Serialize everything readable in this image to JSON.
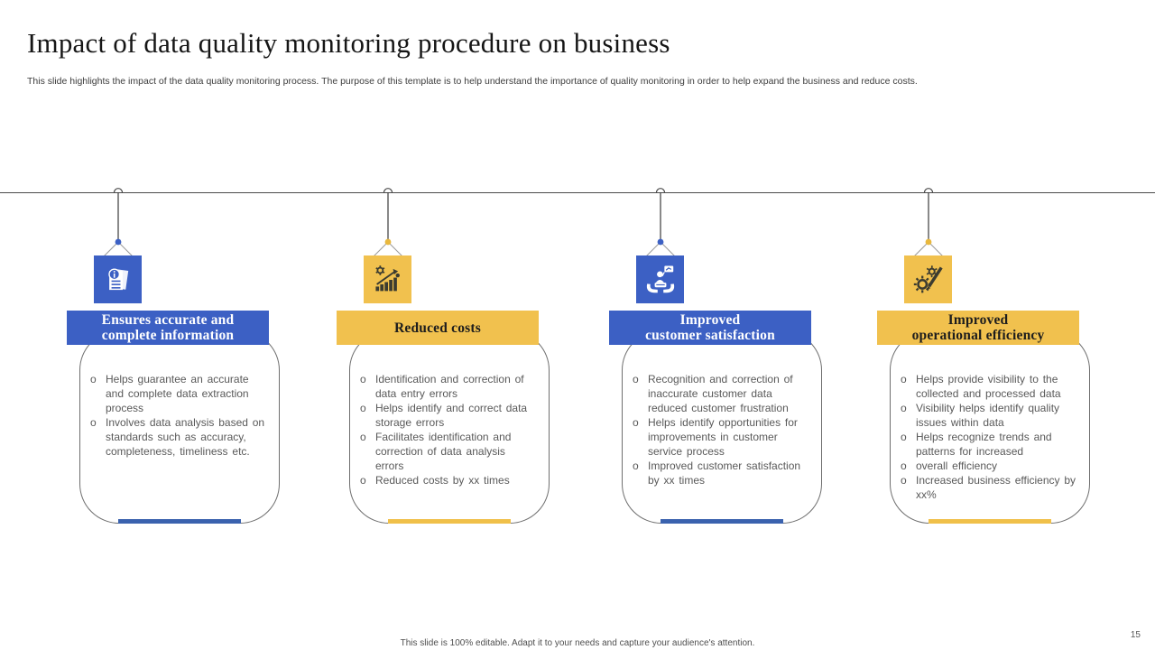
{
  "slide": {
    "title": "Impact of data quality monitoring procedure on business",
    "subtitle": "This slide highlights the impact of the data quality monitoring process. The purpose of this template is to help understand the importance of quality monitoring in order to help expand the business and reduce costs.",
    "footer": "This slide is 100% editable. Adapt it to your needs and capture your audience's attention.",
    "page_number": "15"
  },
  "colors": {
    "blue": "#3c60c4",
    "yellow": "#f1c14e",
    "bar_blue": "#3a62ae",
    "bar_yellow": "#f0c04a",
    "body_text": "#595959",
    "rail": "#4a4a4a"
  },
  "columns": [
    {
      "accent": "blue",
      "icon": "document-info-icon",
      "title_lines": [
        "Ensures accurate and",
        "complete information"
      ],
      "bullets": [
        "Helps guarantee an accurate and complete data extraction process",
        "Involves data analysis based on standards such as accuracy, completeness, timeliness etc."
      ]
    },
    {
      "accent": "yellow",
      "icon": "cost-reduction-chart-icon",
      "title_lines": [
        "Reduced costs"
      ],
      "bullets": [
        "Identification and correction of data entry errors",
        "Helps identify and correct data storage errors",
        "Facilitates identification and correction of data analysis errors",
        "Reduced costs by xx times"
      ]
    },
    {
      "accent": "blue",
      "icon": "customer-satisfaction-hands-icon",
      "title_lines": [
        "Improved",
        "customer satisfaction"
      ],
      "bullets": [
        "Recognition and correction of inaccurate customer data reduced customer frustration",
        "Helps identify opportunities for improvements in customer service process",
        "Improved customer satisfaction by xx times"
      ]
    },
    {
      "accent": "yellow",
      "icon": "gears-efficiency-icon",
      "title_lines": [
        "Improved",
        "operational efficiency"
      ],
      "bullets": [
        "Helps provide visibility to the collected and processed data",
        "Visibility helps identify quality issues within data",
        "Helps recognize trends and patterns for increased",
        "overall efficiency",
        "Increased business efficiency by xx%"
      ]
    }
  ]
}
